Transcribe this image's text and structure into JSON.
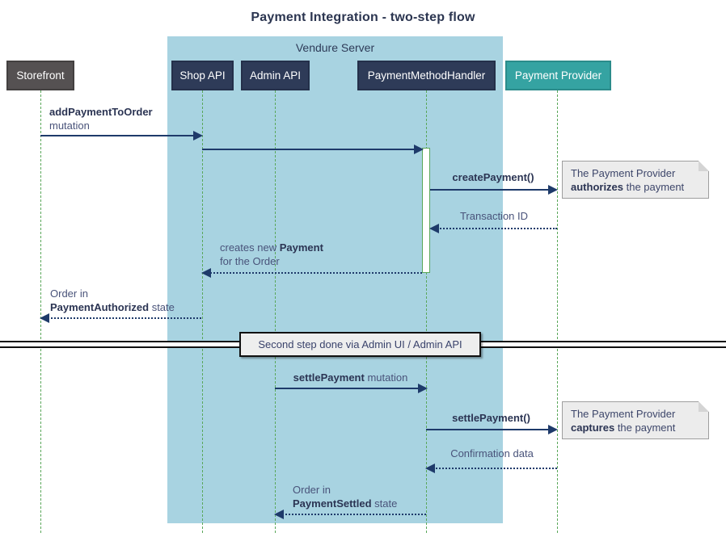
{
  "diagram": {
    "title": "Payment Integration - two-step flow",
    "type": "sequence-diagram"
  },
  "container": {
    "label": "Vendure Server"
  },
  "participants": [
    {
      "label": "Storefront"
    },
    {
      "label": "Shop API"
    },
    {
      "label": "Admin API"
    },
    {
      "label": "PaymentMethodHandler"
    },
    {
      "label": "Payment Provider"
    }
  ],
  "messages": {
    "add_payment_to_order": {
      "bold": "addPaymentToOrder",
      "regular": "mutation"
    },
    "create_payment": {
      "bold": "createPayment()"
    },
    "transaction_id": {
      "text": "Transaction ID"
    },
    "creates_new_payment": {
      "pre": "creates new ",
      "bold": "Payment",
      "line2": "for the Order"
    },
    "order_payment_authorized": {
      "line1": "Order in",
      "bold": "PaymentAuthorized",
      "post": " state"
    },
    "settle_payment_mutation": {
      "bold": "settlePayment",
      "post": " mutation"
    },
    "settle_payment_call": {
      "bold": "settlePayment()"
    },
    "confirmation_data": {
      "text": "Confirmation data"
    },
    "order_payment_settled": {
      "line1": "Order in",
      "bold": "PaymentSettled",
      "post": " state"
    }
  },
  "notes": {
    "authorize": {
      "line1": "The Payment Provider",
      "bold": "authorizes",
      "post": " the payment"
    },
    "capture": {
      "line1": "The Payment Provider",
      "bold": "captures",
      "post": " the payment"
    }
  },
  "divider": {
    "label": "Second step done via Admin UI / Admin API"
  },
  "colors": {
    "container_fill": "#a8d3e1",
    "participant_navy": "#2e3b58",
    "participant_gray": "#555152",
    "participant_teal": "#35a3a2",
    "lifeline_green": "#5aa75a",
    "arrow_navy": "#1e3a6a",
    "note_fill": "#ececec",
    "divider_fill": "#eeeeee"
  }
}
